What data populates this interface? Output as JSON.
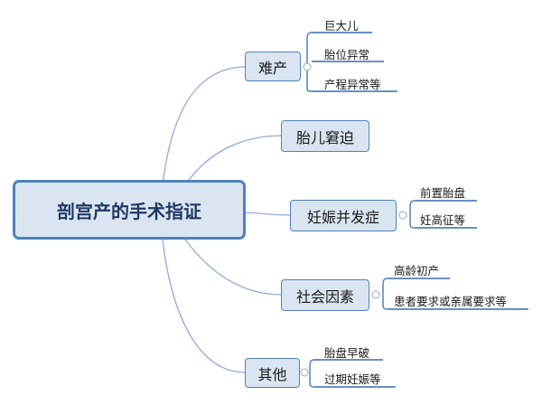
{
  "root": "剖宫产的手术指证",
  "branches": [
    {
      "label": "难产",
      "children": [
        "巨大儿",
        "胎位异常",
        "产程异常等"
      ]
    },
    {
      "label": "胎儿窘迫",
      "children": []
    },
    {
      "label": "妊娠并发症",
      "children": [
        "前置胎盘",
        "妊高征等"
      ]
    },
    {
      "label": "社会因素",
      "children": [
        "高龄初产",
        "患者要求或亲属要求等"
      ]
    },
    {
      "label": "其他",
      "children": [
        "胎盘早破",
        "过期妊娠等"
      ]
    }
  ]
}
